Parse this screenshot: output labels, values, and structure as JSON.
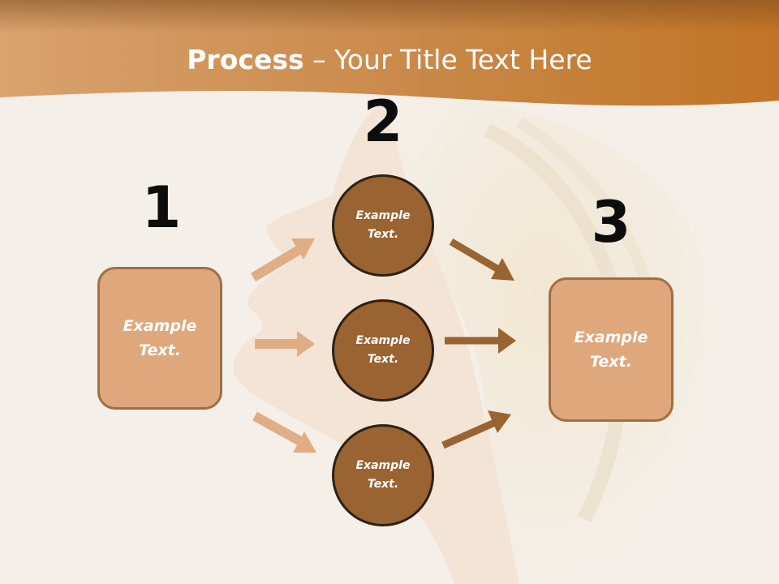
{
  "title": {
    "bold": "Process",
    "rest": " – Your Title Text Here"
  },
  "steps": [
    {
      "number": "1",
      "text": "Example Text."
    },
    {
      "number": "2",
      "text": "Example Text."
    },
    {
      "number": "3",
      "text": "Example Text."
    }
  ],
  "circles": [
    {
      "text": "Example Text."
    },
    {
      "text": "Example Text."
    },
    {
      "text": "Example Text."
    }
  ],
  "colors": {
    "header": "#c9813f",
    "box_fill": "#dea87c",
    "circle_fill": "#9a6332",
    "arrow_light": "#e0ad85",
    "arrow_dark": "#9a6332"
  }
}
